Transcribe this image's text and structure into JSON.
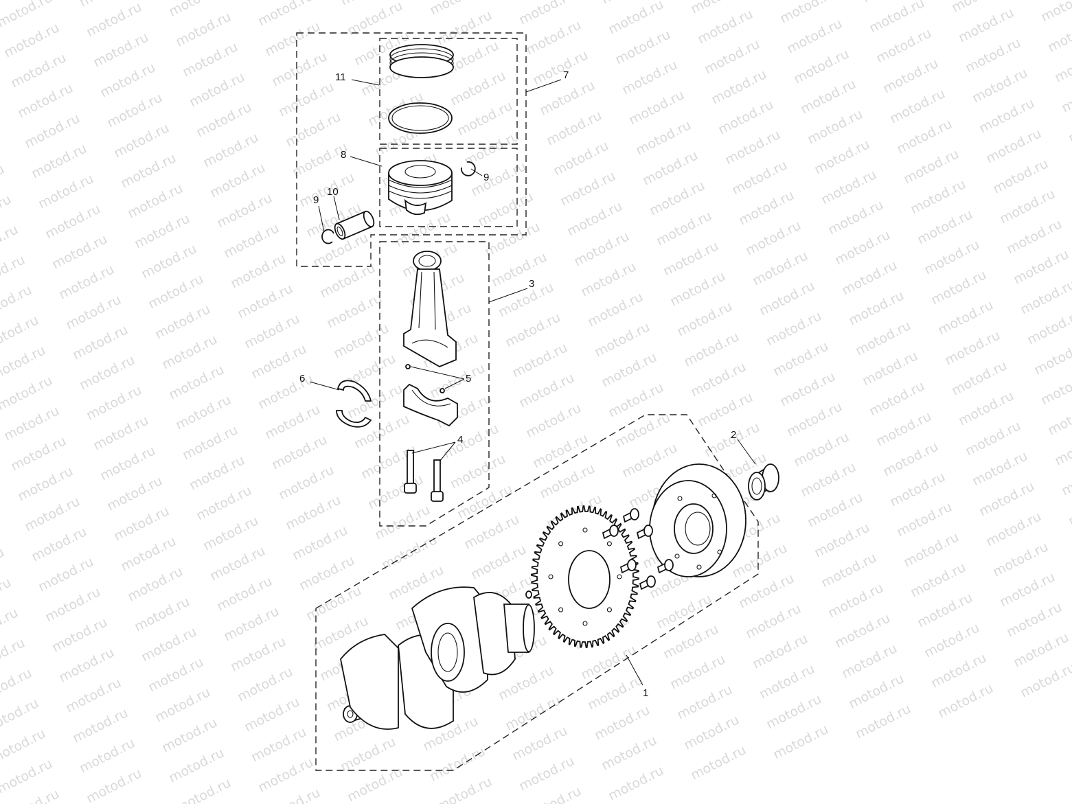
{
  "watermark": "motod.ru",
  "callouts": [
    {
      "id": "1",
      "text": "1"
    },
    {
      "id": "2",
      "text": "2"
    },
    {
      "id": "3",
      "text": "3"
    },
    {
      "id": "4",
      "text": "4"
    },
    {
      "id": "5",
      "text": "5"
    },
    {
      "id": "6",
      "text": "6"
    },
    {
      "id": "7",
      "text": "7"
    },
    {
      "id": "8",
      "text": "8"
    },
    {
      "id": "9a",
      "text": "9"
    },
    {
      "id": "9b",
      "text": "9"
    },
    {
      "id": "10",
      "text": "10"
    },
    {
      "id": "11",
      "text": "11"
    }
  ],
  "colors": {
    "line": "#111111",
    "watermark": "#d9d9d9",
    "background": "#ffffff"
  }
}
